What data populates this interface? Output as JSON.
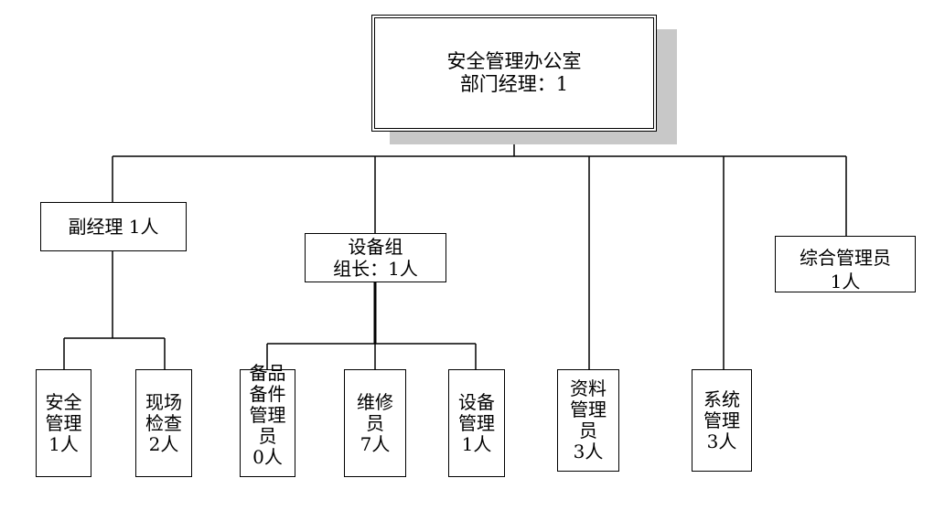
{
  "root": {
    "line1": "安全管理办公室",
    "line2": "部门经理：1"
  },
  "deputy": {
    "label": "副经理 1人"
  },
  "equipment": {
    "line1": "设备组",
    "line2": "组长：1人"
  },
  "admin": {
    "line1": "综合管理员",
    "line2": "1人"
  },
  "leaves": {
    "safety": [
      "安全",
      "管理",
      "1人"
    ],
    "inspection": [
      "现场",
      "检查",
      "2人"
    ],
    "spares": [
      "备品",
      "备件",
      "管理",
      "员",
      "0人"
    ],
    "maintenance": [
      "维修",
      "员",
      "7人"
    ],
    "device": [
      "设备",
      "管理",
      "1人"
    ],
    "records": [
      "资料",
      "管理",
      "员",
      "3人"
    ],
    "system": [
      "系统",
      "管理",
      "3人"
    ]
  }
}
